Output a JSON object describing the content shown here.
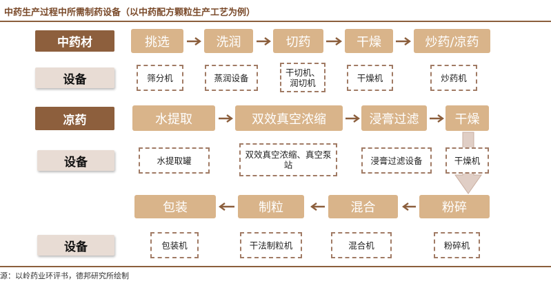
{
  "title": "中药生产过程中所需制药设备（以中药配方颗粒生产工艺为例）",
  "rows": {
    "herb": {
      "label": "中药材",
      "steps": [
        "挑选",
        "洗润",
        "切药",
        "干燥",
        "炒药/凉药"
      ],
      "equipment_label": "设备",
      "equipment": [
        "筛分机",
        "蒸润设备",
        "干切机、润切机",
        "干燥机",
        "炒药机"
      ]
    },
    "cool": {
      "label": "凉药",
      "steps": [
        "水提取",
        "双效真空浓缩",
        "浸膏过滤",
        "干燥"
      ],
      "equipment_label": "设备",
      "equipment": [
        "水提取罐",
        "双效真空浓缩、真空泵站",
        "浸膏过滤设备",
        "干燥机"
      ]
    },
    "final": {
      "steps": [
        "粉碎",
        "混合",
        "制粒",
        "包装"
      ],
      "equipment_label": "设备",
      "equipment": [
        "粉碎机",
        "混合机",
        "干法制粒机",
        "包装机"
      ]
    }
  },
  "source": "源：以岭药业环评书，德邦研究所绘制",
  "colors": {
    "title": "#7a4a2a",
    "label_dark": "#8d5f3d",
    "label_light": "#e8dcd4",
    "step": "#d9b48a",
    "arrow": "#8b5e3c",
    "down_arrow": "#d8c2b6",
    "dash": "#a07a64"
  }
}
